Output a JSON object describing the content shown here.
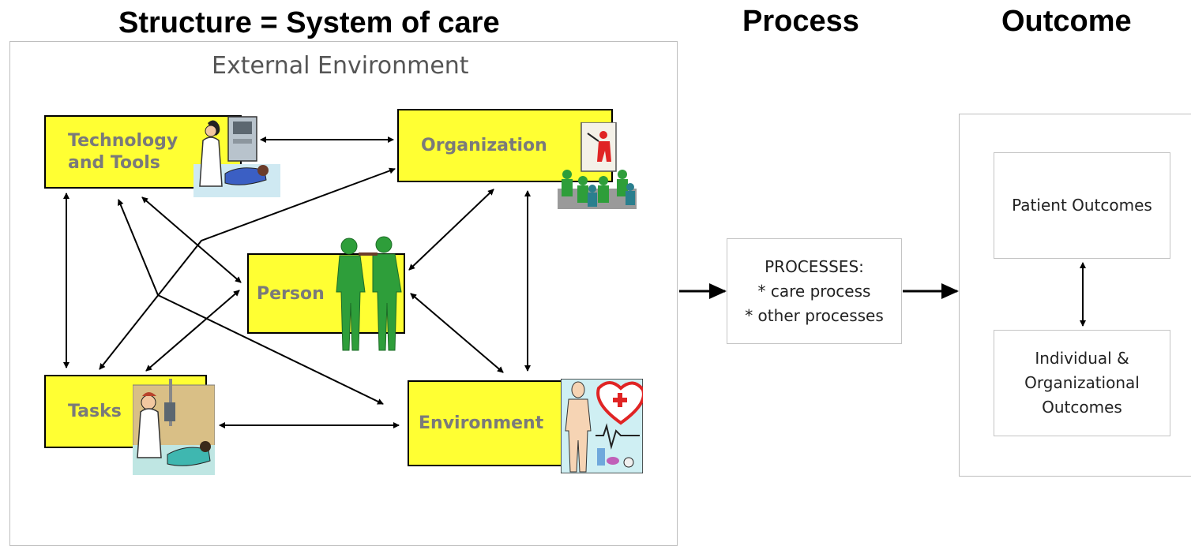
{
  "headings": {
    "structure": "Structure = System of care",
    "process": "Process",
    "outcome": "Outcome"
  },
  "structure_panel": {
    "label": "External Environment",
    "boxes": {
      "technology": [
        "Technology",
        "and Tools"
      ],
      "organization": "Organization",
      "person": "Person",
      "tasks": "Tasks",
      "environment": "Environment"
    }
  },
  "process_box": [
    "PROCESSES:",
    "* care process",
    "* other processes"
  ],
  "outcome_panel": {
    "patient": "Patient Outcomes",
    "individual": [
      "Individual &",
      "Organizational",
      "Outcomes"
    ]
  },
  "colors": {
    "box_fill": "#ffff33",
    "box_text": "#7a7a7a",
    "clipart_green": "#2e9e3a",
    "clipart_red": "#e02424"
  },
  "icons": [
    "technology-clipart",
    "organization-meeting-clipart",
    "surgeons-clipart",
    "nurse-patient-clipart",
    "medical-body-heart-clipart"
  ]
}
